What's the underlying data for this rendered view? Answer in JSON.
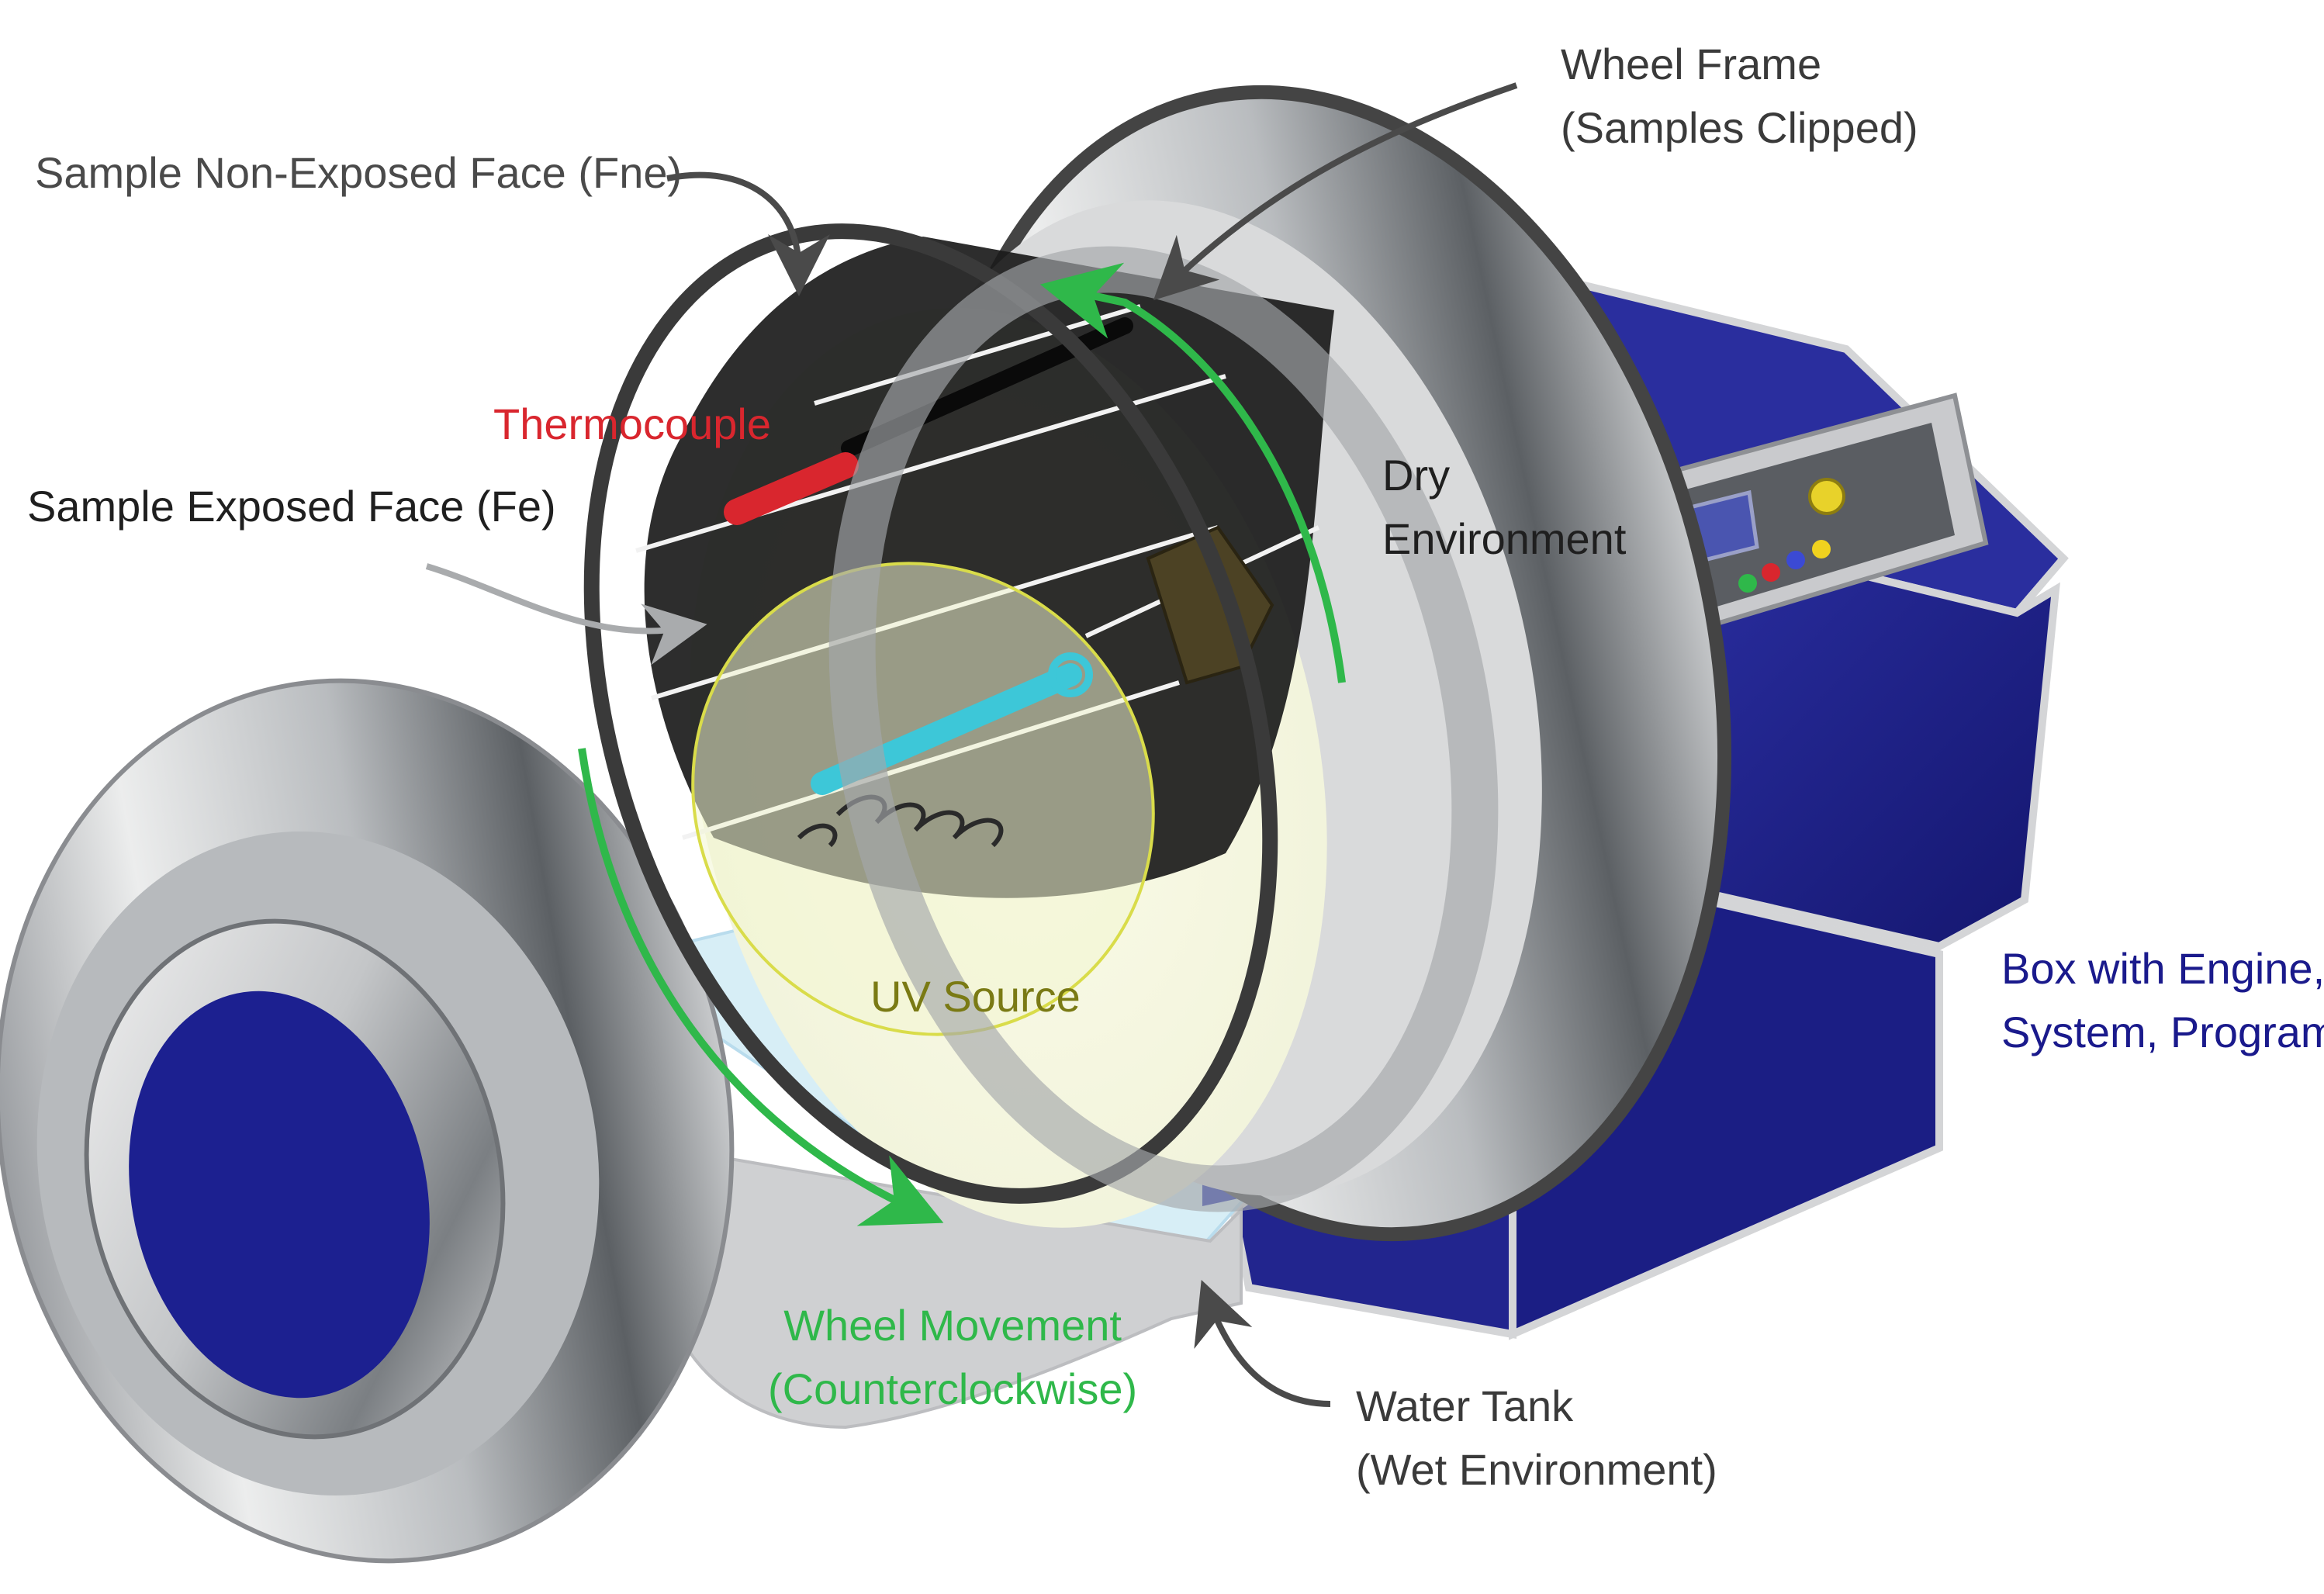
{
  "labels": {
    "wheel_frame": {
      "line1": "Wheel Frame",
      "line2": "(Samples Clipped)"
    },
    "sample_non_exposed_face": "Sample Non-Exposed Face (Fne)",
    "thermocouple": "Thermocouple",
    "sample_exposed_face": "Sample Exposed Face (Fe)",
    "dry_environment": {
      "line1": "Dry",
      "line2": "Environment"
    },
    "uv_source": "UV Source",
    "box": {
      "line1": "Box with Engine,",
      "line2": "System, Program"
    },
    "wheel_movement": {
      "line1": "Wheel Movement",
      "line2": "(Counterclockwise)"
    },
    "water_tank": {
      "line1": "Water Tank",
      "line2": "(Wet Environment)"
    }
  },
  "colors": {
    "label_text": "#3a3a3a",
    "thermocouple": "#d9262e",
    "uv_source": "#7a7a14",
    "wheel_movement": "#2fb84a",
    "box_text": "#1a1a8c",
    "box_fill": "#1c1f8a",
    "metal": "#c8cacc",
    "sample_strip": "#1a1a1a"
  }
}
